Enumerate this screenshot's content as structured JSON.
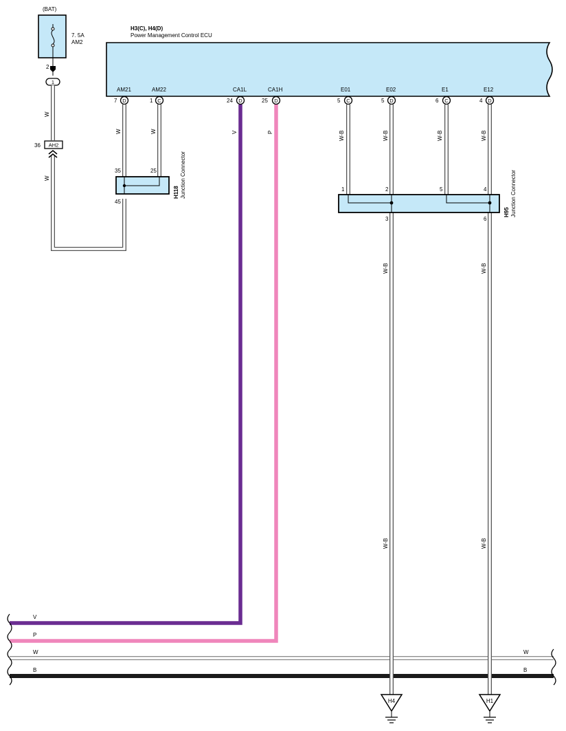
{
  "ecu": {
    "connectors_label": "H3(C), H4(D)",
    "name": "Power Management Control ECU",
    "pins": [
      {
        "name": "AM21",
        "num": "7",
        "conn": "D"
      },
      {
        "name": "AM22",
        "num": "1",
        "conn": "C"
      },
      {
        "name": "CA1L",
        "num": "24",
        "conn": "D"
      },
      {
        "name": "CA1H",
        "num": "25",
        "conn": "D"
      },
      {
        "name": "E01",
        "num": "5",
        "conn": "C"
      },
      {
        "name": "E02",
        "num": "5",
        "conn": "D"
      },
      {
        "name": "E1",
        "num": "6",
        "conn": "C"
      },
      {
        "name": "E12",
        "num": "4",
        "conn": "D"
      }
    ]
  },
  "fuse": {
    "source": "(BAT)",
    "rating": "7. 5A",
    "name": "AM2",
    "pin": "2",
    "junction": "1"
  },
  "connector_ah2": {
    "pin": "36",
    "name": "AH2"
  },
  "h118": {
    "id": "H118",
    "desc": "Junction Connector",
    "pins": {
      "a": "35",
      "b": "25",
      "c": "45"
    }
  },
  "h95": {
    "id": "H95",
    "desc": "Junction Connector",
    "pins": {
      "p1": "1",
      "p2": "2",
      "p5": "5",
      "p4": "4",
      "p3": "3",
      "p6": "6"
    }
  },
  "wire_labels": {
    "w": "W",
    "v": "V",
    "p": "P",
    "wb": "W-B",
    "b": "B"
  },
  "grounds": [
    "H4",
    "H1"
  ],
  "colors": {
    "ecu_fill": "#c5e8f8",
    "violet": "#6a2c91",
    "pink": "#ef86bb",
    "black": "#1a1a1a"
  }
}
